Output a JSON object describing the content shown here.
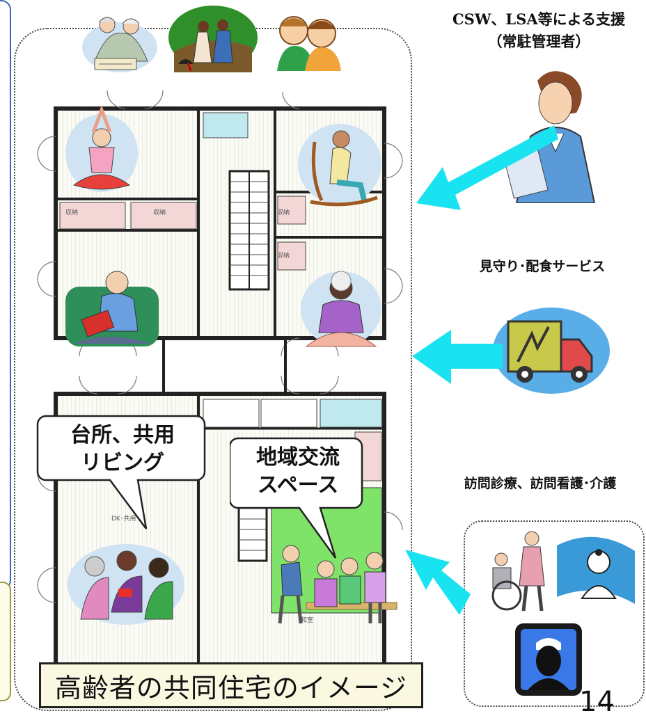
{
  "labels": {
    "csw_support": "CSW、LSA等による支援",
    "resident_manager": "（常駐管理者）",
    "watch_meal": "見守り･配食サービス",
    "visit_care": "訪問診療、訪問看護･介護"
  },
  "callouts": {
    "kitchen_line1": "台所、共用",
    "kitchen_line2": "リビング",
    "community_line1": "地域交流",
    "community_line2": "スペース"
  },
  "title": "高齢者の共同住宅のイメージ",
  "page_number": "14",
  "floor_plan_labels": {
    "storage_1": "収納",
    "storage_2": "収納",
    "storage_3": "収納",
    "storage_4": "収納",
    "living_dk": "DK･共用",
    "tatami": "和室"
  },
  "colors": {
    "arrow": "#19e3f0",
    "left_box_border": "#3a66b5",
    "plan_wall": "#222222",
    "tatami_green": "#7fe36a",
    "storage_pink": "#f3d6d6",
    "bath_cyan": "#bfe9ee"
  },
  "icons": [
    "elderly-couple-icon",
    "walking-couple-icon",
    "children-icon",
    "yoga-woman-icon",
    "rocking-chair-man-icon",
    "reading-man-icon",
    "knitting-woman-icon",
    "card-players-icon",
    "group-elders-icon",
    "support-woman-icon",
    "delivery-truck-icon",
    "wheelchair-caregiver-icon",
    "doctor-icon",
    "nurse-icon"
  ]
}
